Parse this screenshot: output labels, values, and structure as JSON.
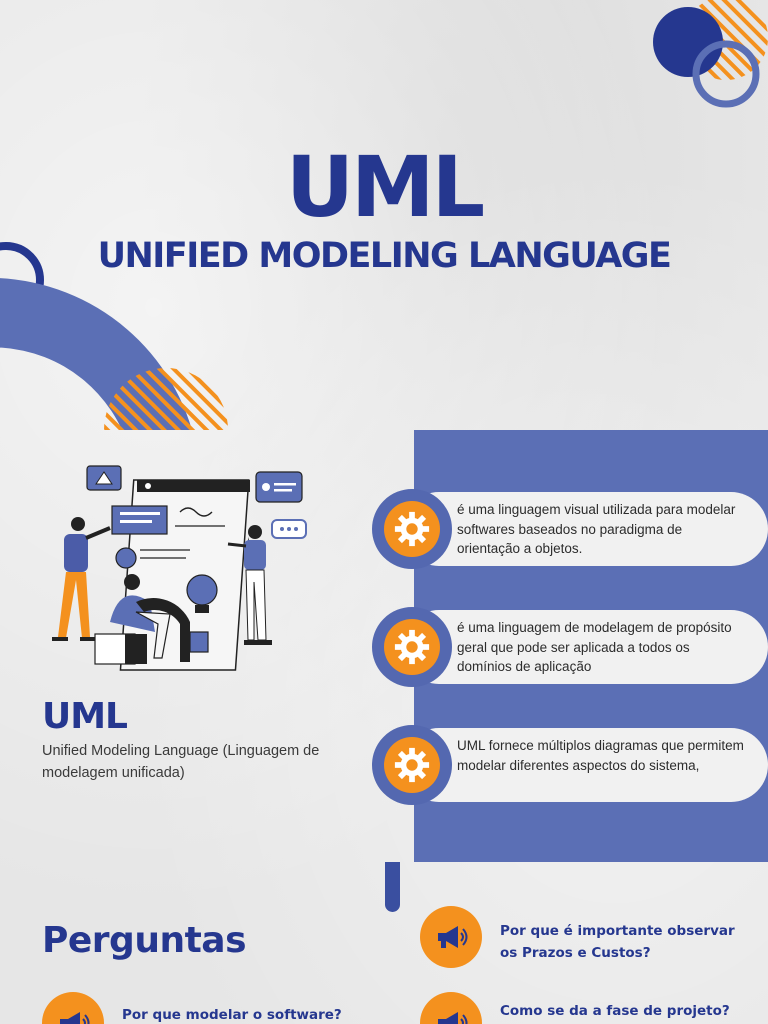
{
  "hero": {
    "title": "UML",
    "subtitle": "UNIFIED MODELING LANGUAGE"
  },
  "intro": {
    "title": "UML",
    "description": "Unified Modeling Language (Linguagem de modelagem unificada)"
  },
  "features": [
    {
      "icon": "gear-icon",
      "text": "é uma linguagem visual utilizada para modelar softwares baseados no paradigma de orientação a objetos."
    },
    {
      "icon": "gear-icon",
      "text": "é uma linguagem de modelagem de propósito geral que pode ser aplicada a todos os domínios de aplicação"
    },
    {
      "icon": "gear-icon",
      "text": "UML fornece múltiplos diagramas que permitem modelar diferentes aspectos do sistema,"
    }
  ],
  "questions": {
    "title": "Perguntas",
    "items": [
      {
        "icon": "megaphone-icon",
        "text": "Por que é importante observar os Prazos e Custos?"
      },
      {
        "icon": "megaphone-icon",
        "text": "Por que modelar o software?"
      },
      {
        "icon": "megaphone-icon",
        "text": "Como se da a fase de projeto?"
      }
    ]
  },
  "colors": {
    "primary": "#25378f",
    "panel": "#5b6fb5",
    "accent": "#f4911e",
    "background": "#e7e7e7"
  }
}
